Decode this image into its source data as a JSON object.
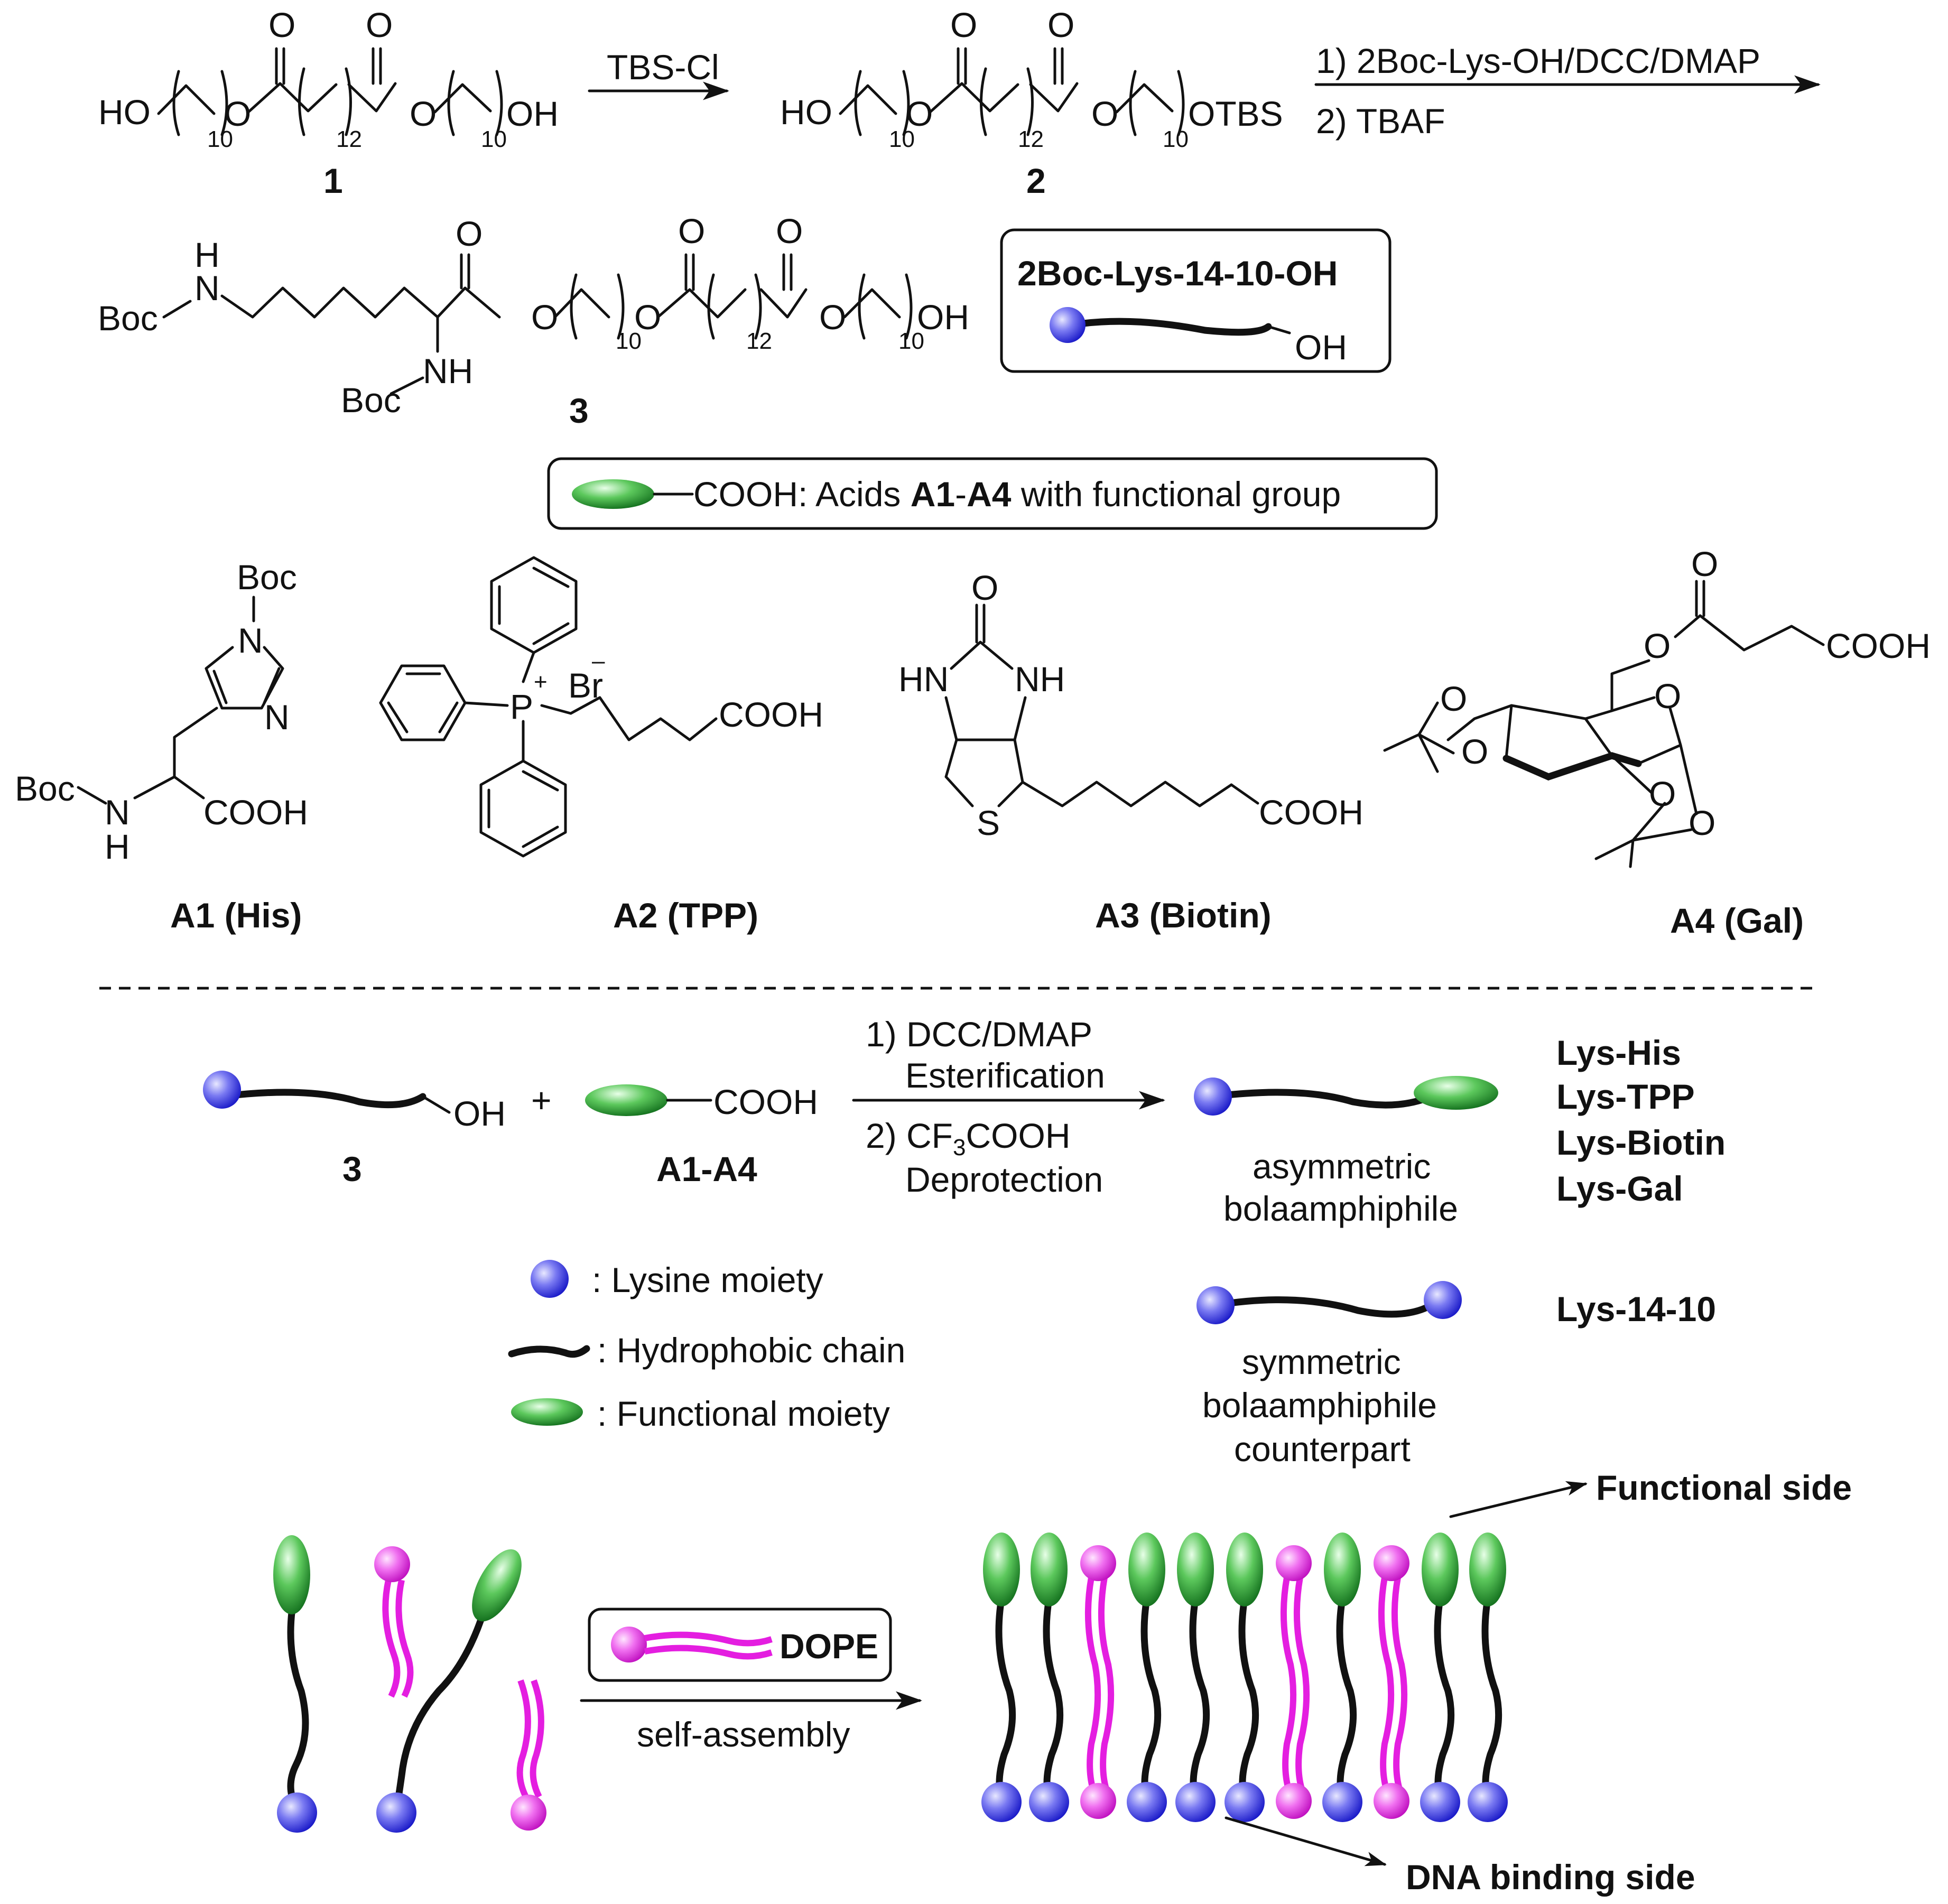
{
  "reaction1": {
    "cmp1": {
      "left": "HO",
      "right": "OH",
      "o_top1": "O",
      "o_top2": "O",
      "o_mid1": "O",
      "o_mid2": "O",
      "n10a": "10",
      "n12": "12",
      "n10b": "10",
      "label": "1"
    },
    "reagent": "TBS-Cl",
    "cmp2": {
      "left": "HO",
      "right": "OTBS",
      "o_top1": "O",
      "o_top2": "O",
      "o_mid1": "O",
      "o_mid2": "O",
      "n10a": "10",
      "n12": "12",
      "n10b": "10",
      "label": "2"
    },
    "step1": "1) 2Boc-Lys-OH/DCC/DMAP",
    "step2": "2) TBAF"
  },
  "cmp3": {
    "boc1": "Boc",
    "h1": "H",
    "n1": "N",
    "nh2": "NH",
    "boc2": "Boc",
    "o_carbonyl": "O",
    "o_ester": "O",
    "o_top1": "O",
    "o_top2": "O",
    "o_mid1": "O",
    "o_mid2": "O",
    "n10a": "10",
    "n12": "12",
    "n10b": "10",
    "oh": "OH",
    "label": "3"
  },
  "legend_box": {
    "title": "2Boc-Lys-14-10-OH",
    "oh": "OH"
  },
  "acids_box": {
    "cooh": "COOH",
    "prefix": ": Acids ",
    "bold": "A1",
    "dash": "-",
    "bold2": "A4",
    "suffix": " with functional group"
  },
  "acids": {
    "a1": {
      "boc_top": "Boc",
      "n_ring": "N",
      "n_ring2": "N",
      "boc": "Boc",
      "n": "N",
      "h": "H",
      "cooh": "COOH",
      "label": "A1 (His)"
    },
    "a2": {
      "p": "P",
      "plus": "+",
      "br": "Br",
      "minus": "–",
      "cooh": "COOH",
      "label": "A2 (TPP)"
    },
    "a3": {
      "o": "O",
      "hn": "HN",
      "nh": "NH",
      "s": "S",
      "cooh": "COOH",
      "label": "A3 (Biotin)"
    },
    "a4": {
      "o1": "O",
      "o2": "O",
      "o3": "O",
      "o4": "O",
      "o5": "O",
      "o6": "O",
      "o7": "O",
      "cooh": "COOH",
      "label": "A4 (Gal)"
    }
  },
  "reaction2": {
    "oh": "OH",
    "plus": "+",
    "cooh": "COOH",
    "label3": "3",
    "label_acids": "A1-A4",
    "cond1": "1) DCC/DMAP",
    "cond2": "Esterification",
    "cond3a": "2) CF",
    "cond3b": "3",
    "cond3c": "COOH",
    "cond4": "Deprotection",
    "asym1": "asymmetric",
    "asym2": "bolaamphiphile",
    "products": [
      "Lys-His",
      "Lys-TPP",
      "Lys-Biotin",
      "Lys-Gal"
    ],
    "sym1": "symmetric",
    "sym2": "bolaamphiphile",
    "sym3": "counterpart",
    "sym_label": "Lys-14-10"
  },
  "legend": {
    "lysine": ": Lysine moiety",
    "chain": ": Hydrophobic chain",
    "functional": ": Functional moiety"
  },
  "assembly": {
    "dope": "DOPE",
    "arrow_label": "self-assembly",
    "functional_side": "Functional side",
    "dna_side": "DNA binding side"
  },
  "colors": {
    "lysine": "#3a3ae0",
    "functional": "#1f8a2a",
    "dope": "#e41ee0"
  }
}
